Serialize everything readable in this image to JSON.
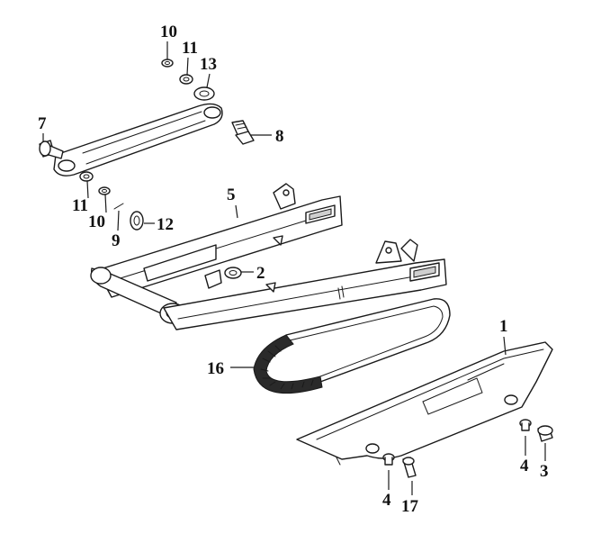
{
  "diagram": {
    "callouts": [
      {
        "id": "c10a",
        "label": "10"
      },
      {
        "id": "c11a",
        "label": "11"
      },
      {
        "id": "c13",
        "label": "13"
      },
      {
        "id": "c7",
        "label": "7"
      },
      {
        "id": "c8",
        "label": "8"
      },
      {
        "id": "c11b",
        "label": "11"
      },
      {
        "id": "c10b",
        "label": "10"
      },
      {
        "id": "c9",
        "label": "9"
      },
      {
        "id": "c12",
        "label": "12"
      },
      {
        "id": "c5",
        "label": "5"
      },
      {
        "id": "c2",
        "label": "2"
      },
      {
        "id": "c16",
        "label": "16"
      },
      {
        "id": "c1",
        "label": "1"
      },
      {
        "id": "c4a",
        "label": "4"
      },
      {
        "id": "c3",
        "label": "3"
      },
      {
        "id": "c4b",
        "label": "4"
      },
      {
        "id": "c17",
        "label": "17"
      }
    ]
  }
}
